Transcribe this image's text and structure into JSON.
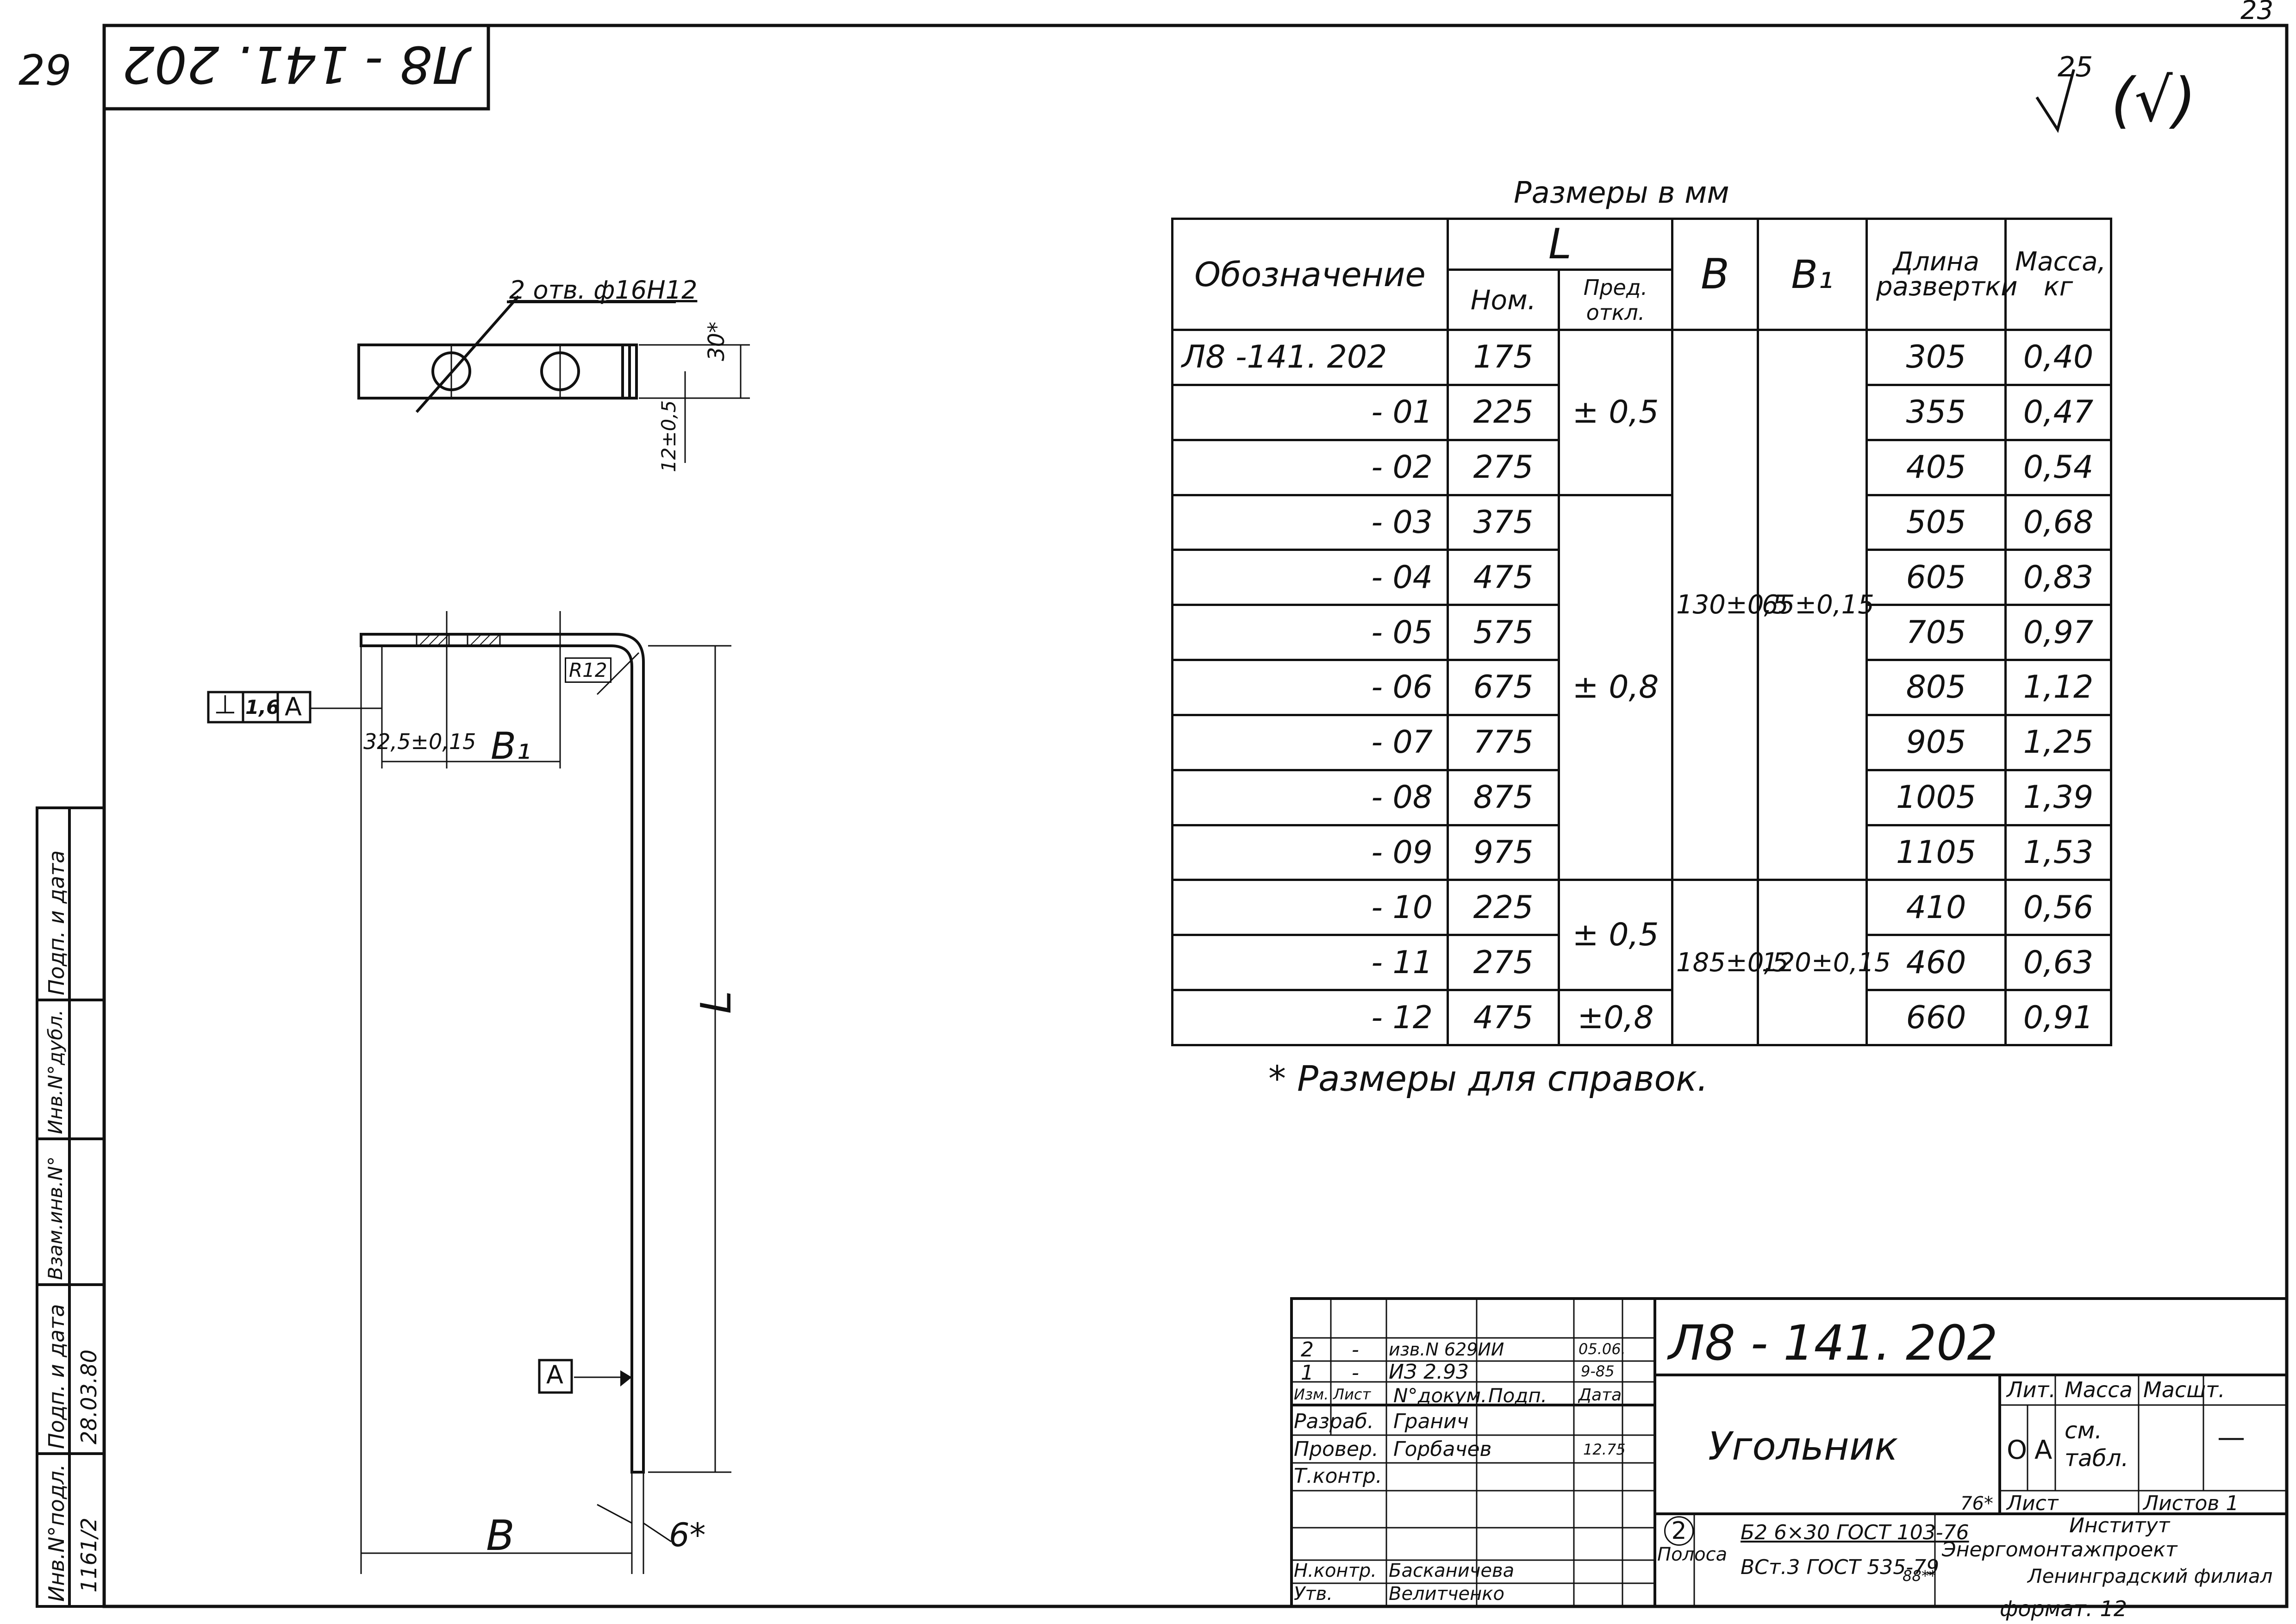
{
  "corner": {
    "page_left": "29",
    "page_right": "23",
    "designation_rotated": "Л8 - 141. 202"
  },
  "roughness": {
    "value": "25",
    "suffix": "(√)"
  },
  "drawing": {
    "hole_callout": "2 отв. ф16Н12",
    "dim_30": "30*",
    "dim_12": "12±0,5",
    "radius": "R12",
    "tolerance_symbol": "⊥",
    "tolerance_value": "1,6",
    "tolerance_datum": "A",
    "dim_32": "32,5±0,15",
    "dim_b1": "B₁",
    "dim_l": "L",
    "dim_b": "B",
    "dim_6": "6*",
    "datum_a": "A"
  },
  "table": {
    "caption": "Размеры в мм",
    "headers": {
      "designation": "Обозначение",
      "L": "L",
      "nom": "Ном.",
      "tol": "Пред. откл.",
      "B": "B",
      "B1": "B₁",
      "length": "Длина развертки",
      "mass": "Масса, кг"
    },
    "rows": [
      {
        "des": "Л8 -141. 202",
        "nom": "175",
        "len": "305",
        "mass": "0,40"
      },
      {
        "des": "- 01",
        "nom": "225",
        "len": "355",
        "mass": "0,47"
      },
      {
        "des": "- 02",
        "nom": "275",
        "len": "405",
        "mass": "0,54"
      },
      {
        "des": "- 03",
        "nom": "375",
        "len": "505",
        "mass": "0,68"
      },
      {
        "des": "- 04",
        "nom": "475",
        "len": "605",
        "mass": "0,83"
      },
      {
        "des": "- 05",
        "nom": "575",
        "len": "705",
        "mass": "0,97"
      },
      {
        "des": "- 06",
        "nom": "675",
        "len": "805",
        "mass": "1,12"
      },
      {
        "des": "- 07",
        "nom": "775",
        "len": "905",
        "mass": "1,25"
      },
      {
        "des": "- 08",
        "nom": "875",
        "len": "1005",
        "mass": "1,39"
      },
      {
        "des": "- 09",
        "nom": "975",
        "len": "1105",
        "mass": "1,53"
      },
      {
        "des": "- 10",
        "nom": "225",
        "len": "410",
        "mass": "0,56"
      },
      {
        "des": "- 11",
        "nom": "275",
        "len": "460",
        "mass": "0,63"
      },
      {
        "des": "- 12",
        "nom": "475",
        "len": "660",
        "mass": "0,91"
      }
    ],
    "tol_groups": [
      "± 0,5",
      "± 0,8",
      "± 0,5",
      "±0,8"
    ],
    "b_groups": [
      "130±0,5",
      "185±0,5"
    ],
    "b1_groups": [
      "65±0,15",
      "120±0,15"
    ],
    "note": "* Размеры для справок."
  },
  "titleblock": {
    "designation": "Л8 - 141. 202",
    "name": "Угольник",
    "rev_rows": [
      {
        "izm": "2",
        "list": "-",
        "doc": "изв.N 629ИИ",
        "sign": "",
        "date": "05.06."
      },
      {
        "izm": "1",
        "list": "-",
        "doc": "ИЗ 2.93",
        "sign": "",
        "date": "9-85"
      }
    ],
    "hdr": {
      "izm": "Изм.",
      "list": "Лист",
      "doc": "N°докум.",
      "sign": "Подп.",
      "date": "Дата"
    },
    "roles": [
      {
        "role": "Разраб.",
        "name": "Гранич",
        "date": ""
      },
      {
        "role": "Провер.",
        "name": "Горбачев",
        "date": "12.75"
      },
      {
        "role": "Т.контр.",
        "name": "",
        "date": ""
      },
      {
        "role": "",
        "name": "",
        "date": ""
      },
      {
        "role": "Н.контр.",
        "name": "Басканичева",
        "date": ""
      },
      {
        "role": "Утв.",
        "name": "Велитченко",
        "date": ""
      }
    ],
    "lit_label": "Лит.",
    "mass_label": "Масса",
    "scale_label": "Масшт.",
    "lit_value_1": "О",
    "lit_value_2": "А",
    "mass_value": "см. табл.",
    "scale_value": "—",
    "sheet_label": "Лист",
    "sheets_label": "Листов 1",
    "page_mark": "76*",
    "material_num": "2",
    "material_name": "Полоса",
    "material_spec": "Б2 6×30 ГОСТ 103-76",
    "material_spec2": "ВСт.3 ГОСТ 535-79",
    "material_ref": "88**",
    "org_1": "Институт",
    "org_2": "Энергомонтажпроект",
    "org_3": "Ленинградский филиал",
    "format": "формат: 12"
  },
  "sidebar": {
    "labels": [
      "Подп. и дата",
      "Инв.N°дубл.",
      "Взам.инв.N°",
      "Подп. и дата",
      "Инв.N°подл."
    ],
    "values": [
      "",
      "",
      "",
      "28.03.80",
      "1161/2"
    ]
  }
}
